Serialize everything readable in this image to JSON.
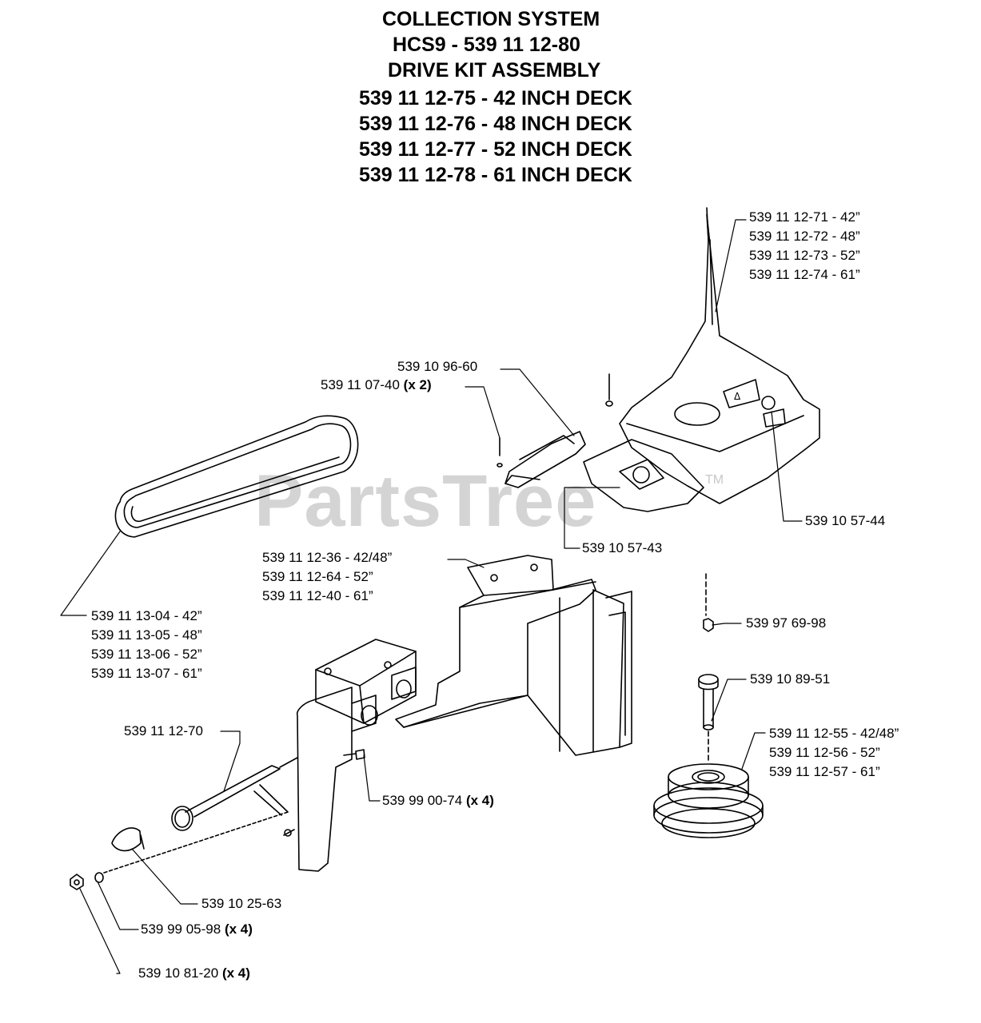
{
  "title": {
    "line1": "COLLECTION SYSTEM",
    "line2": "HCS9 - 539 11 12-80",
    "line3": "DRIVE KIT ASSEMBLY",
    "line4": "539 11 12-75 - 42 INCH DECK",
    "line5": "539 11 12-76 - 48 INCH DECK",
    "line6": "539 11 12-77 - 52 INCH DECK",
    "line7": "539 11 12-78 - 61 INCH DECK"
  },
  "watermark": {
    "text": "PartsTree",
    "tm": "TM"
  },
  "parts": {
    "cover": [
      "539 11 12-71 - 42”",
      "539 11 12-72 - 48”",
      "539 11 12-73 - 52”",
      "539 11 12-74 - 61”"
    ],
    "latch": "539 10 96-60",
    "screw_num": "539 11 07-40",
    "screw_qty": "(x 2)",
    "belt": [
      "539 11 13-04 - 42”",
      "539 11 13-05 - 48”",
      "539 11 13-06 - 52”",
      "539 11 13-07 - 61”"
    ],
    "decal_a": "539 10 57-44",
    "decal_b": "539 10 57-43",
    "bracket": [
      "539 11 12-36 - 42/48”",
      "539 11 12-64 - 52”",
      "539 11 12-40 - 61”"
    ],
    "nut": "539 97 69-98",
    "spacer": "539 10 89-51",
    "pulley": [
      "539 11 12-55 - 42/48”",
      "539 11 12-56 - 52”",
      "539 11 12-57 - 61”"
    ],
    "rod": "539 11 12-70",
    "bolt_num": "539 99 00-74",
    "bolt_qty": "(x 4)",
    "pin": "539 10 25-63",
    "washer_num": "539 99 05-98",
    "washer_qty": "(x 4)",
    "locknut_num": "539 10 81-20",
    "locknut_qty": "(x 4)"
  }
}
